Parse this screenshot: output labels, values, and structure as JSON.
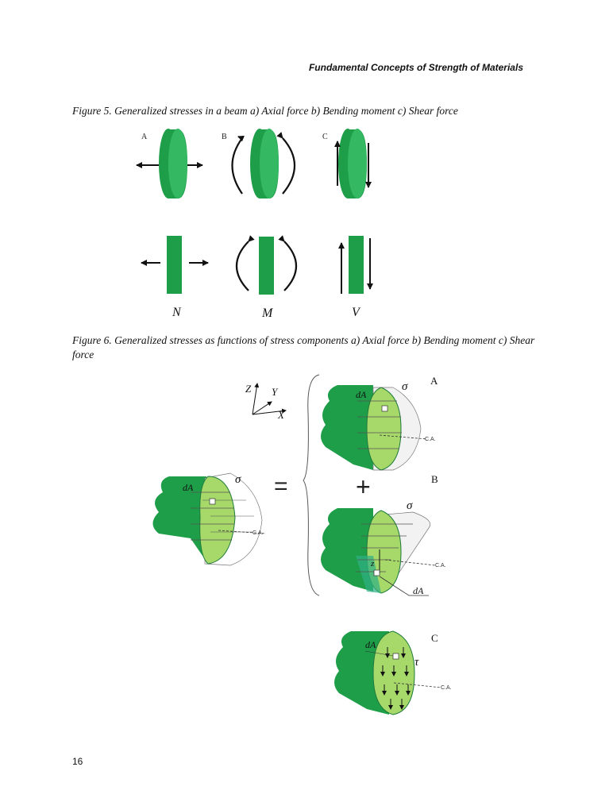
{
  "header": {
    "running_title": "Fundamental Concepts of Strength of Materials"
  },
  "figure5": {
    "caption": "Figure 5. Generalized stresses in a beam a) Axial force b) Bending moment c) Shear force",
    "panel_labels": [
      "A",
      "B",
      "C"
    ],
    "symbols": [
      "N",
      "M",
      "V"
    ]
  },
  "figure6": {
    "caption": "Figure 6. Generalized stresses as functions of stress components a) Axial force b) Bending moment c) Shear force",
    "axes": {
      "z": "Z",
      "y": "Y",
      "x": "X"
    },
    "panel_labels": [
      "A",
      "B",
      "C"
    ],
    "area_label": "dA",
    "sigma": "σ",
    "tau": "τ",
    "z_label": "z",
    "ca_label": "C.A.",
    "equals": "=",
    "plus": "+"
  },
  "page_number": "16",
  "colors": {
    "green_dark": "#1e9e48",
    "green_mid": "#32b55e",
    "green_light": "#a6d86a",
    "arrow": "#111111"
  }
}
